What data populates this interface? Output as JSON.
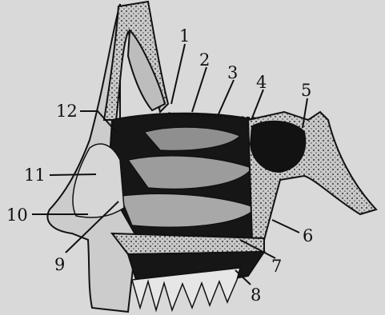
{
  "figure": {
    "labels": [
      "1",
      "2",
      "3",
      "4",
      "5",
      "6",
      "7",
      "8",
      "9",
      "10",
      "11",
      "12"
    ]
  },
  "colors": {
    "background": "#d9d9d9",
    "cavity": "#161616",
    "bone": "#bdbdbd",
    "soft_tissue": "#cfcfcf",
    "stroke": "#111111"
  }
}
